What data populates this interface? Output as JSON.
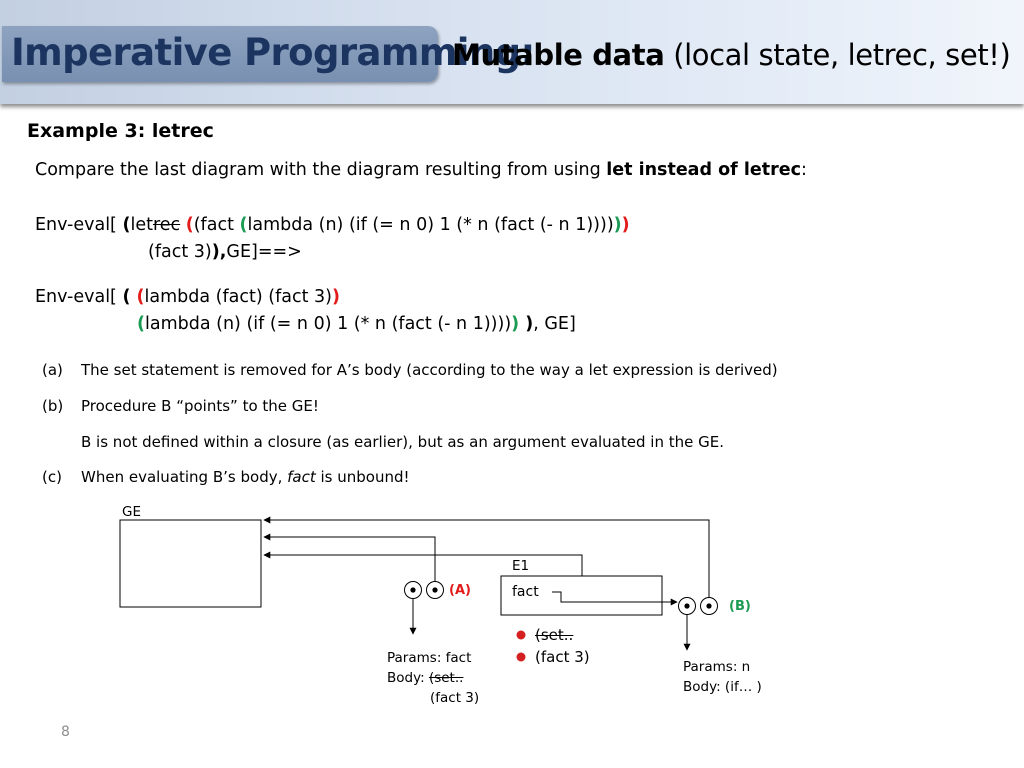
{
  "header": {
    "title_main": "Imperative Programming:",
    "title_bold": "Mutable data",
    "title_rest": " (local state, letrec, set!)"
  },
  "example_title": "Example 3: letrec",
  "intro": {
    "text": "Compare the last diagram with the diagram resulting from using ",
    "bold": "let instead of letrec",
    "colon": ":"
  },
  "code1": {
    "l1_a": "Env-eval[ ",
    "l1_paren": "(",
    "l1_let": "let",
    "l1_rec": "rec",
    "l1_sp": " ",
    "l1_red_open": "(",
    "l1_open2": "(fact ",
    "l1_green_open": "(",
    "l1_body": "lambda (n) (if (= n 0) 1 (* n (fact (- n 1))))",
    "l1_green_close": ")",
    "l1_red_close": ")",
    "l2_a": "(fact 3)",
    "l2_close": "),",
    "l2_rest": "GE]==>"
  },
  "code2": {
    "l1_a": "Env-eval[ ",
    "l1_paren": "( ",
    "l1_red_open": "(",
    "l1_body": "lambda (fact) (fact 3)",
    "l1_red_close": ")",
    "l2_green_open": "(",
    "l2_body": "lambda (n) (if (= n 0) 1 (* n (fact (- n 1))))",
    "l2_green_close": ")",
    "l2_close": " )",
    "l2_rest": ", GE]"
  },
  "notes": [
    {
      "marker": "(a)",
      "text": "The set statement is removed for A’s body (according to the way a let expression is derived)"
    },
    {
      "marker": "(b)",
      "text": "Procedure B “points” to the GE!"
    },
    {
      "marker": "",
      "text": "B is not defined within a closure (as earlier), but as an argument evaluated in the GE."
    },
    {
      "marker": "(c)",
      "text_a": "When evaluating B’s body, ",
      "text_em": "fact",
      "text_b": " is unbound!"
    }
  ],
  "diagram": {
    "ge_label": "GE",
    "e1_label": "E1",
    "e1_binding": "fact",
    "closure_a_label": "(A)",
    "closure_b_label": "(B)",
    "a_params": "Params: fact",
    "a_body_prefix": "Body: ",
    "a_body_struck": "(set..",
    "a_body_line2": "(fact 3)",
    "bullet1": "(set..",
    "bullet2": "(fact 3)",
    "b_params": "Params: n",
    "b_body": "Body: (if… )",
    "colors": {
      "label_a": "#e21b1b",
      "label_b": "#1a9a52",
      "bullet": "#d42020"
    }
  },
  "slide_number": "8"
}
